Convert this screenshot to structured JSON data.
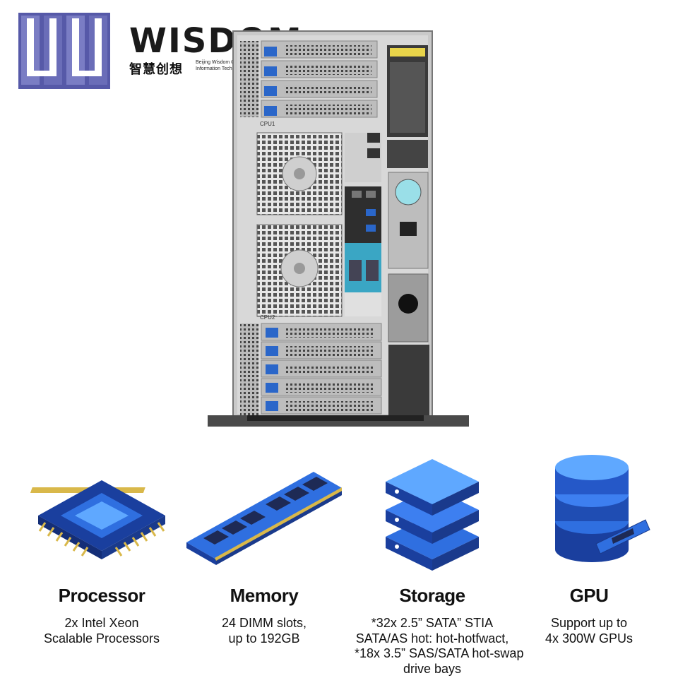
{
  "brand": {
    "name": "WISDOM",
    "chinese": "智慧创想",
    "english_lines": [
      "Beijing Wisdom Creative",
      "Information Technology Co., Ltd."
    ],
    "color": "#4a4d9c"
  },
  "server": {
    "labels": {
      "cpu1": "CPU1",
      "cpu2": "CPU2"
    }
  },
  "features": [
    {
      "title": "Processor",
      "icon": "cpu-chip-icon",
      "lines": [
        "2x Intel Xeon",
        "Scalable Processors"
      ]
    },
    {
      "title": "Memory",
      "icon": "memory-module-icon",
      "lines": [
        "24 DIMM slots,",
        "up to 192GB"
      ]
    },
    {
      "title": "Storage",
      "icon": "storage-stack-icon",
      "lines": [
        "*32x 2.5” SATA” STIA",
        "SATA/AS hot: hot-hotfwact,",
        "*18x 3.5” SAS/SATA hot-swap",
        "drive bays"
      ]
    },
    {
      "title": "GPU",
      "icon": "gpu-database-icon",
      "lines": [
        "Support up to",
        "4x 300W GPUs"
      ]
    }
  ],
  "colors": {
    "accent_blue": "#2f6fe0",
    "dark_blue": "#1a3f9e",
    "gold": "#d9b84a"
  }
}
